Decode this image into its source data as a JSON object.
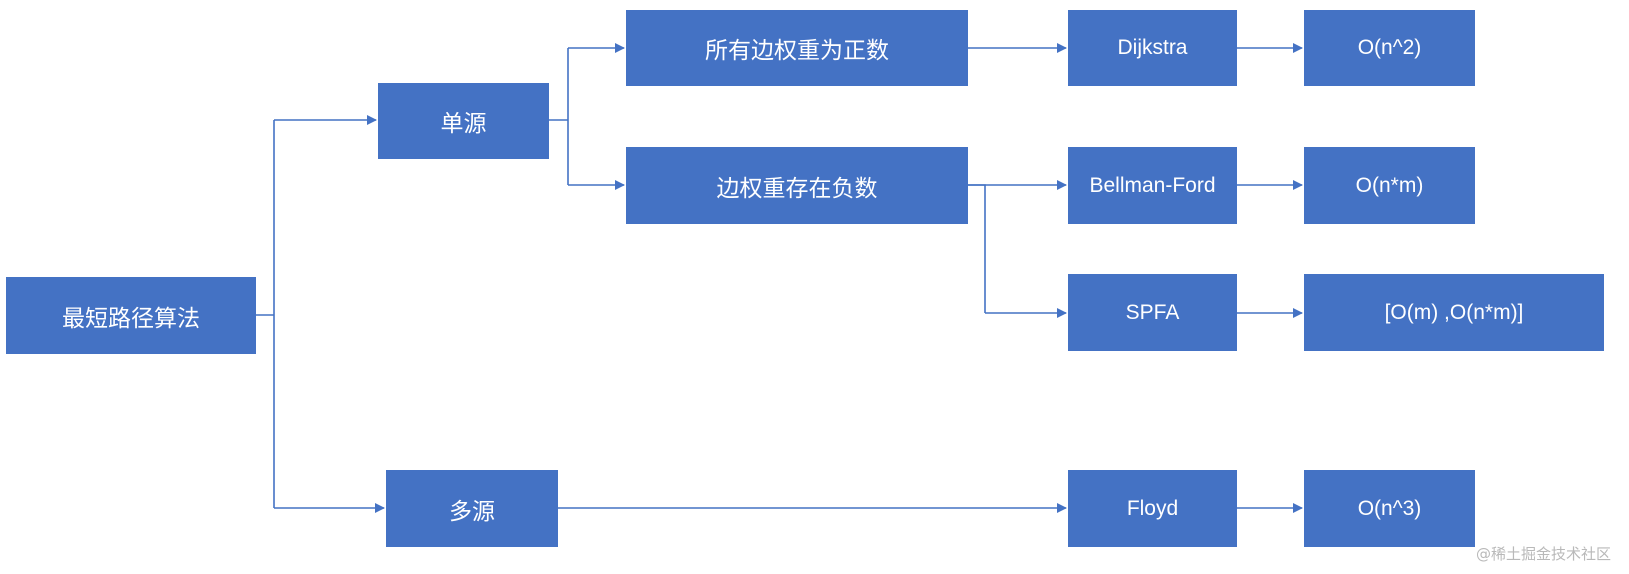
{
  "diagram": {
    "root": "最短路径算法",
    "single_source": "单源",
    "multi_source": "多源",
    "positive_weights": "所有边权重为正数",
    "negative_weights": "边权重存在负数",
    "dijkstra": "Dijkstra",
    "bellman_ford": "Bellman-Ford",
    "spfa": "SPFA",
    "floyd": "Floyd",
    "dijkstra_complexity": "O(n^2)",
    "bellman_ford_complexity": "O(n*m)",
    "spfa_complexity": "[O(m) ,O(n*m)]",
    "floyd_complexity": "O(n^3)"
  },
  "watermark": "@稀土掘金技术社区",
  "colors": {
    "box": "#4472c4",
    "line": "#4472c4",
    "text": "#ffffff"
  }
}
